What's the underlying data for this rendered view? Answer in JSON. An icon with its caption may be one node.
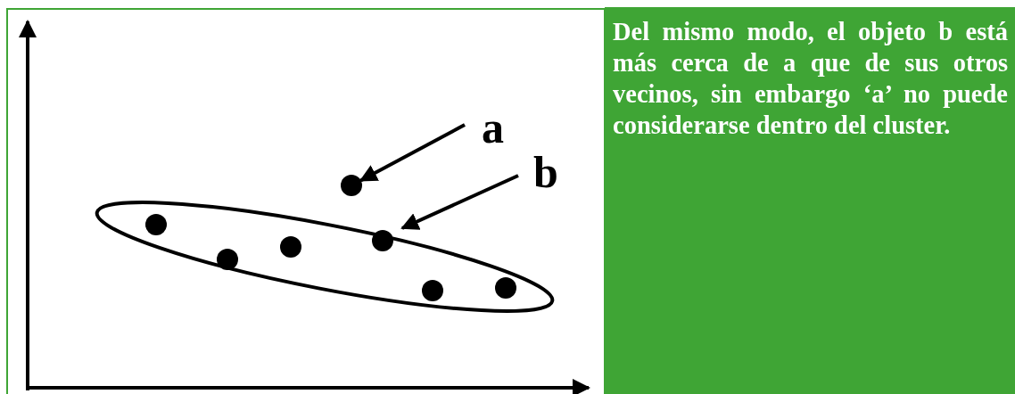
{
  "diagram": {
    "nodes": [
      {
        "text": [
          "a"
        ]
      },
      {
        "text": [
          "b"
        ]
      },
      {
        "text": [],
        "shape": "circle"
      },
      {
        "text": [],
        "shape": "ellipse"
      },
      {
        "text": [
          "Del mismo modo, el objeto b está más cerca de a que de sus otros vecinos, sin embargo ‘a’ no puede considerarse dentro del cluster."
        ]
      }
    ],
    "edges": [
      {
        "from": 0,
        "to": 2,
        "arrow": "to"
      },
      {
        "from": 1,
        "to": 3,
        "arrow": "to"
      }
    ]
  }
}
